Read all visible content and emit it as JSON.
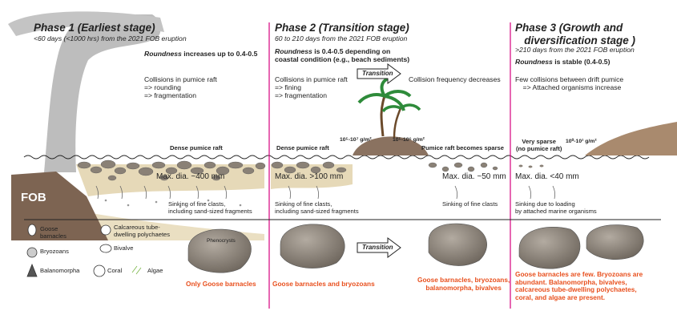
{
  "phase1": {
    "title": "Phase 1 (Earliest stage)",
    "subtitle": "<60 days (<1000 hrs) from the 2021 FOB eruption",
    "roundness_word": "Roundness",
    "roundness_rest": "increases up to 0.4-0.5",
    "process": "Collisions in pumice raft\n=> rounding\n=> fragmentation",
    "raft_label": "Dense pumice raft",
    "max_dia": "Max. dia. ~400 mm",
    "sinking": "Sinking of fine clasts,\nincluding sand-sized fragments",
    "volcano_label": "FOB",
    "organisms": "Only Goose barnacles",
    "clast_label": "Phenocrysts"
  },
  "phase2": {
    "title": "Phase 2 (Transition stage)",
    "subtitle": "60 to 210 days from the 2021 FOB eruption",
    "roundness_word": "Roundness",
    "roundness_rest": "is 0.4-0.5 depending on\ncoastal condition (e.g., beach sediments)",
    "process": "Collisions in pumice raft\n=> fining\n=> fragmentation",
    "transition_label": "Transition",
    "collision_note": "Collision frequency decreases",
    "conc_left": "10⁵-10⁷ g/m²",
    "conc_right": "10⁵-10⁶ g/m²",
    "raft_label": "Dense pumice raft",
    "raft_label_2": "Pumice raft becomes sparse",
    "max_dia": "Max. dia. >100 mm",
    "max_dia_2": "Max. dia. ~50 mm",
    "sinking": "Sinking of fine clasts,\nincluding sand-sized fragments",
    "sinking_2": "Sinking of fine clasts",
    "organisms": "Goose barnacles and bryozoans",
    "organisms_2": "Goose barnacles, bryozoans,\nbalanomorpha, bivalves",
    "transition_label_2": "Transition"
  },
  "phase3": {
    "title": "Phase 3 (Growth and\n   diversification stage )",
    "subtitle": ">210 days from the 2021 FOB eruption",
    "roundness_word": "Roundness",
    "roundness_rest": "is stable (0.4-0.5)",
    "process": "Few collisions between drift pumice\n    => Attached organisms increase",
    "raft_label": "Very sparse\n(no pumice raft)",
    "conc": "10⁰-10¹ g/m²",
    "max_dia": "Max. dia. <40 mm",
    "sinking": "Sinking due to loading\nby attached marine organisms",
    "organisms": "Goose barnacles are few. Bryozoans are\nabundant. Balanomorpha, bivalves,\ncalcareous tube-dwelling polychaetes,\ncoral, and algae are present."
  },
  "legend": {
    "items": [
      {
        "label": "Goose\nbarnacles",
        "icon": "goose-barnacle-icon"
      },
      {
        "label": "Calcareous tube-\ndwelling polychaetes",
        "icon": "polychaete-tube-icon"
      },
      {
        "label": "Bryozoans",
        "icon": "bryozoan-icon"
      },
      {
        "label": "Bivalve",
        "icon": "bivalve-icon"
      },
      {
        "label": "Balanomorpha",
        "icon": "balanomorpha-icon"
      },
      {
        "label": "Coral",
        "icon": "coral-icon"
      },
      {
        "label": "Algae",
        "icon": "algae-icon"
      }
    ]
  },
  "colors": {
    "phase_divider": "#d6007e",
    "organism_text": "#e8501e",
    "pumice": "#8a8176",
    "sand": "#e6d9b8",
    "seabed": "#8a7260",
    "plume": "#b8b8b8"
  }
}
